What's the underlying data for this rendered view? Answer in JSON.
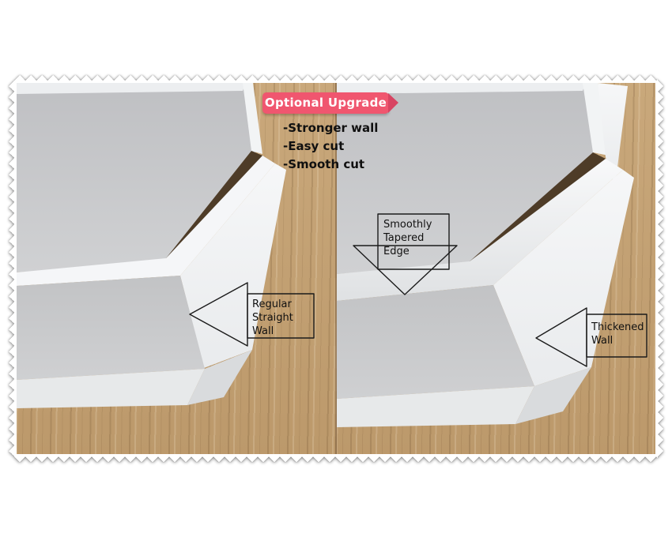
{
  "banner": {
    "label": "Optional Upgrade",
    "bg_color": "#f0566f",
    "tail_color": "#d84462",
    "text_color": "#ffffff"
  },
  "features": [
    "-Stronger wall",
    "-Easy cut",
    "-Smooth cut"
  ],
  "left_panel": {
    "name": "regular straight wall mold corner",
    "callout_label": "Regular\nStraight\nWall"
  },
  "right_panel": {
    "name": "upgraded thickened tapered wall mold corner",
    "callout_top_label": "Smoothly\nTapered\nEdge",
    "callout_side_label": "Thickened\nWall"
  },
  "colors": {
    "wood": "#c2a072",
    "mold_gray": "#c6c7c9",
    "mold_white": "#f3f4f5",
    "cut_gap_shadow": "#4d3b27",
    "callout_outline": "#1b1b1b"
  }
}
